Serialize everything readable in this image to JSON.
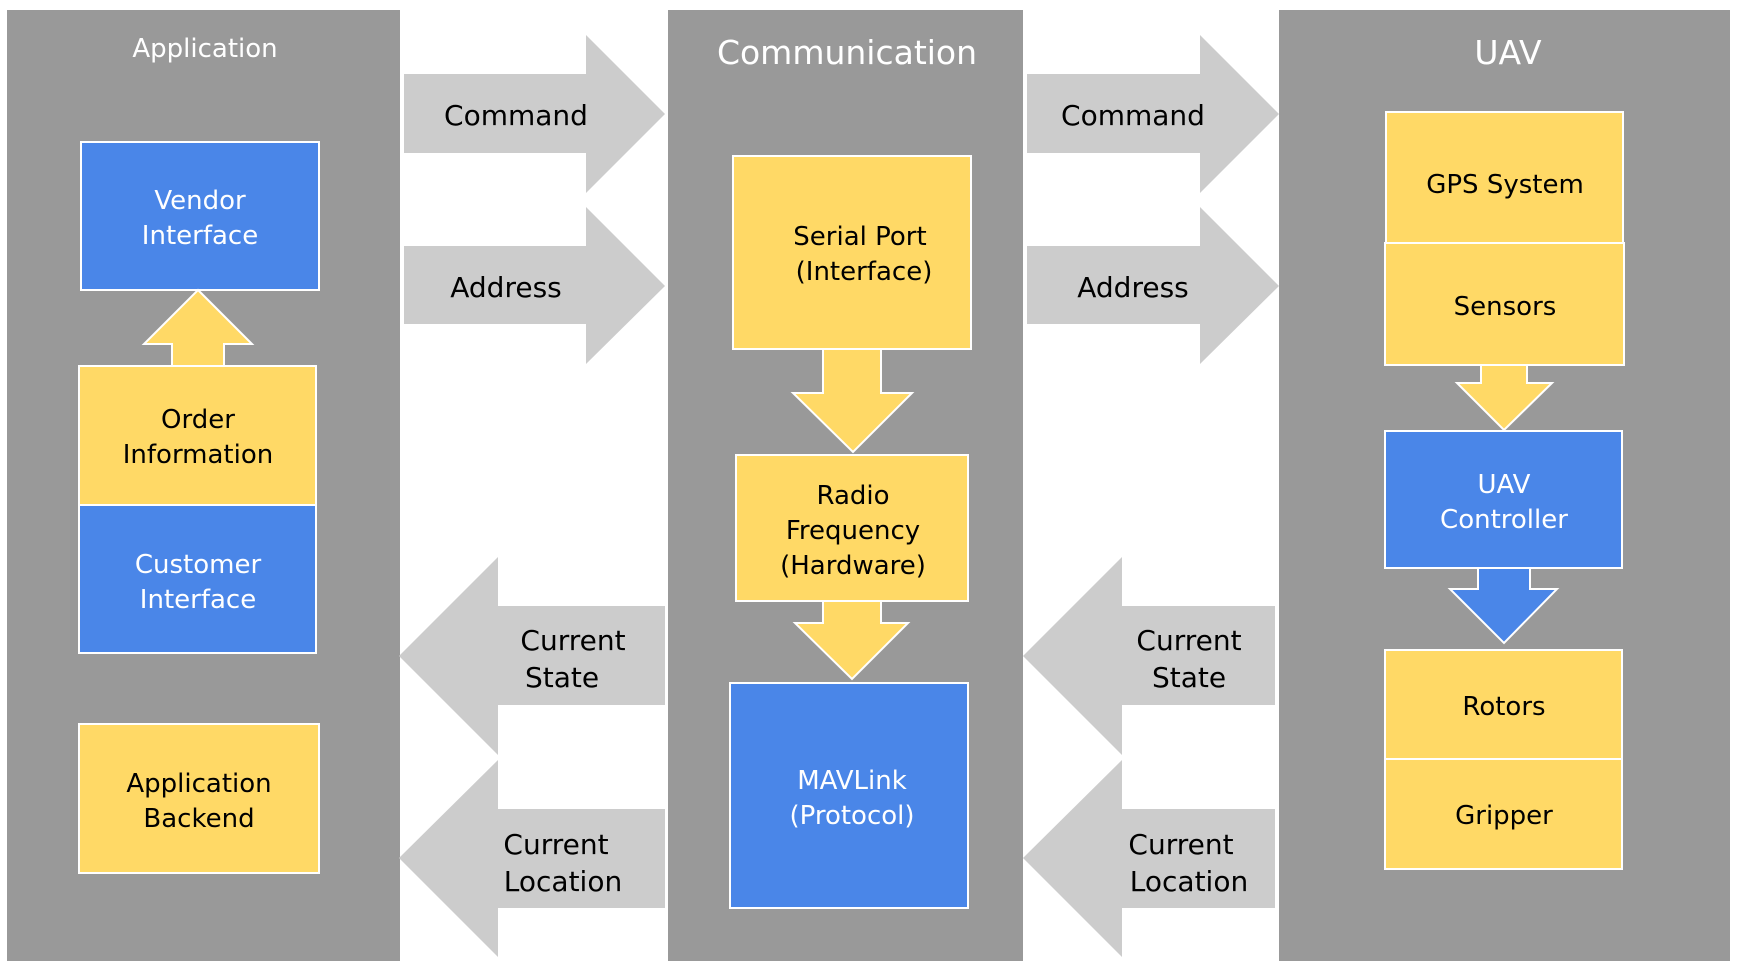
{
  "colors": {
    "panel": "#999999",
    "arrow": "#cccccc",
    "blue": "#4a86e8",
    "yellow": "#ffd966",
    "border": "#ffffff"
  },
  "panels": {
    "application": {
      "title": "Application",
      "boxes": {
        "vendor_interface": [
          "Vendor",
          "Interface"
        ],
        "order_information": [
          "Order",
          "Information"
        ],
        "customer_interface": [
          "Customer",
          "Interface"
        ],
        "application_backend": [
          "Application",
          "Backend"
        ]
      }
    },
    "communication": {
      "title": "Communication",
      "boxes": {
        "serial_port": [
          "Serial Port",
          "(Interface)"
        ],
        "radio_frequency": [
          "Radio",
          "Frequency",
          "(Hardware)"
        ],
        "mavlink": [
          "MAVLink",
          "(Protocol)"
        ]
      }
    },
    "uav": {
      "title": "UAV",
      "boxes": {
        "gps_system": [
          "GPS System"
        ],
        "sensors": [
          "Sensors"
        ],
        "uav_controller": [
          "UAV",
          "Controller"
        ],
        "rotors": [
          "Rotors"
        ],
        "gripper": [
          "Gripper"
        ]
      }
    }
  },
  "connectors": {
    "app_to_comm": {
      "command": [
        "Command"
      ],
      "address": [
        "Address"
      ]
    },
    "comm_to_app": {
      "current_state": [
        "Current",
        "State"
      ],
      "current_location": [
        "Current",
        "Location"
      ]
    },
    "comm_to_uav": {
      "command": [
        "Command"
      ],
      "address": [
        "Address"
      ]
    },
    "uav_to_comm": {
      "current_state": [
        "Current",
        "State"
      ],
      "current_location": [
        "Current",
        "Location"
      ]
    }
  }
}
